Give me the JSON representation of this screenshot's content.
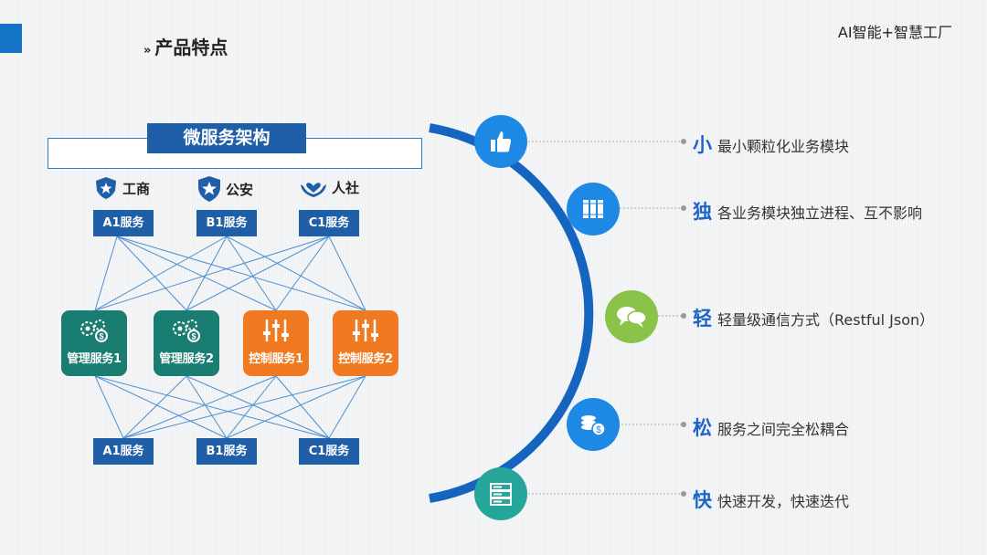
{
  "header": {
    "title": "产品特点",
    "brand": "AI智能+智慧工厂"
  },
  "architecture": {
    "title": "微服务架构",
    "orgs": [
      {
        "label": "工商",
        "icon": "police-badge-icon"
      },
      {
        "label": "公安",
        "icon": "shield-star-icon"
      },
      {
        "label": "人社",
        "icon": "hands-heart-icon"
      }
    ],
    "top_services": [
      "A1服务",
      "B1服务",
      "C1服务"
    ],
    "middle_services": [
      {
        "label": "管理服务1",
        "color": "#1a7d72",
        "icon": "gears-dollar-icon"
      },
      {
        "label": "管理服务2",
        "color": "#1a7d72",
        "icon": "gears-dollar-icon"
      },
      {
        "label": "控制服务1",
        "color": "#f07a22",
        "icon": "sliders-icon"
      },
      {
        "label": "控制服务2",
        "color": "#f07a22",
        "icon": "sliders-icon"
      }
    ],
    "bottom_services": [
      "A1服务",
      "B1服务",
      "C1服务"
    ]
  },
  "features": [
    {
      "key": "小",
      "text": "最小颗粒化业务模块",
      "icon": "thumbs-up-icon",
      "color": "#1e88e5"
    },
    {
      "key": "独",
      "text": "各业务模块独立进程、互不影响",
      "icon": "columns-icon",
      "color": "#1e88e5"
    },
    {
      "key": "轻",
      "text": "轻量级通信方式（Restful Json）",
      "icon": "chat-bubbles-icon",
      "color": "#8bc34a"
    },
    {
      "key": "松",
      "text": "服务之间完全松耦合",
      "icon": "coins-icon",
      "color": "#1e88e5"
    },
    {
      "key": "快",
      "text": "快速开发，快速迭代",
      "icon": "server-icon",
      "color": "#26a69a"
    }
  ],
  "colors": {
    "accent": "#1f5fa8",
    "arc": "#1565c0"
  }
}
